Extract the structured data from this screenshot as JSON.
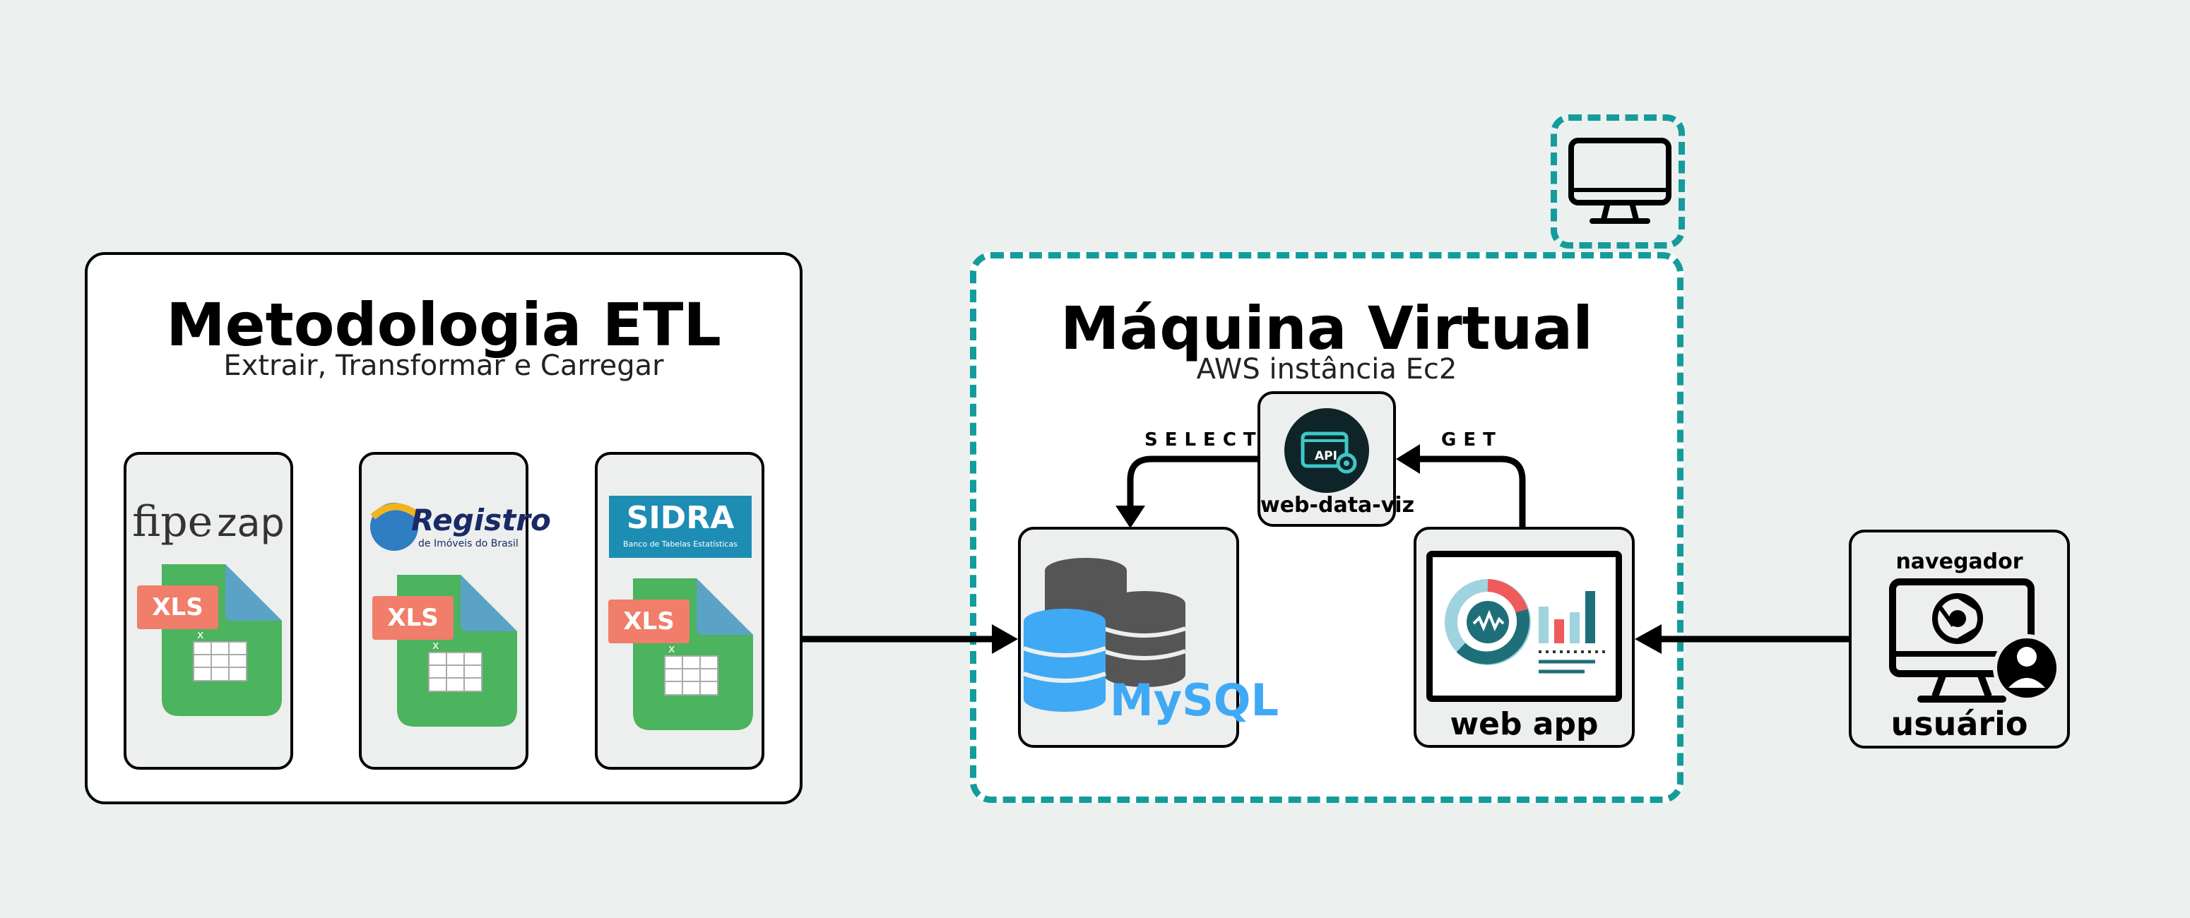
{
  "etl": {
    "title": "Metodologia ETL",
    "subtitle": "Extrair, Transformar e Carregar",
    "sources": [
      {
        "logo": "fipezap",
        "logo_text_a": "fipe",
        "logo_text_b": "zap",
        "file_badge": "XLS"
      },
      {
        "logo": "registro-imoveis-brasil",
        "logo_text": "Registro",
        "logo_subtext": "de Imóveis do Brasil",
        "file_badge": "XLS"
      },
      {
        "logo": "sidra",
        "logo_text": "SIDRA",
        "logo_subtext": "Banco de Tabelas Estatísticas",
        "file_badge": "XLS"
      }
    ]
  },
  "vm": {
    "title": "Máquina Virtual",
    "subtitle": "AWS instância Ec2",
    "api": {
      "label": "web-data-viz",
      "icon_text": "API"
    },
    "mysql": {
      "label": "MySQL"
    },
    "webapp": {
      "label": "web app"
    },
    "select_label": "SELECT",
    "get_label": "GET"
  },
  "user": {
    "top_label": "navegador",
    "bottom_label": "usuário"
  },
  "colors": {
    "teal": "#149c9c",
    "xls_green": "#4cb35e",
    "xls_badge": "#f07e6a",
    "mysql_blue": "#3fa9f5",
    "db_grey": "#555555",
    "chart_red": "#ef5b5b",
    "chart_teal": "#1f6f7a",
    "chart_light": "#9fd3df"
  }
}
